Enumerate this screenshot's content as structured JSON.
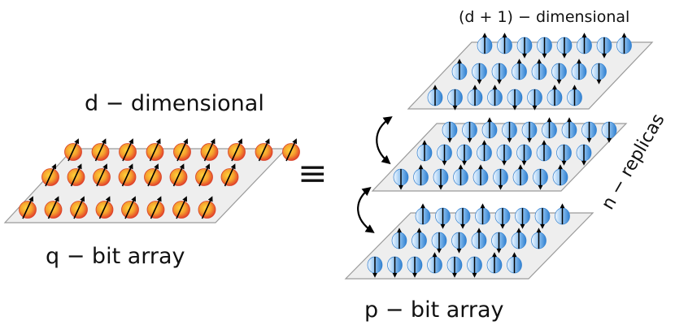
{
  "labels": {
    "d_dimensional": "d − dimensional",
    "q_bit_array": "q − bit array",
    "equivalence": "≡",
    "d_plus_1_dimensional": "(d + 1) − dimensional",
    "n_replicas": "n − replicas",
    "p_bit_array": "p − bit array"
  },
  "colors": {
    "plane_fill": "#eeeeee",
    "plane_stroke": "#9a9a9a",
    "q_spin_inner": "#ffd43a",
    "q_spin_outer": "#e4452b",
    "p_spin_inner": "#f2f8ff",
    "p_spin_outer": "#3c8fdc",
    "arrow": "#000000"
  },
  "q_array": {
    "rows": 3,
    "cols": 9,
    "spin_direction": "up-right"
  },
  "p_array": {
    "layers": 3,
    "rows": 3,
    "cols": 9,
    "spin_direction": "up-or-down"
  },
  "icons": [
    "q-bit-spin-icon",
    "p-bit-spin-icon",
    "replica-swap-arrow-icon"
  ]
}
